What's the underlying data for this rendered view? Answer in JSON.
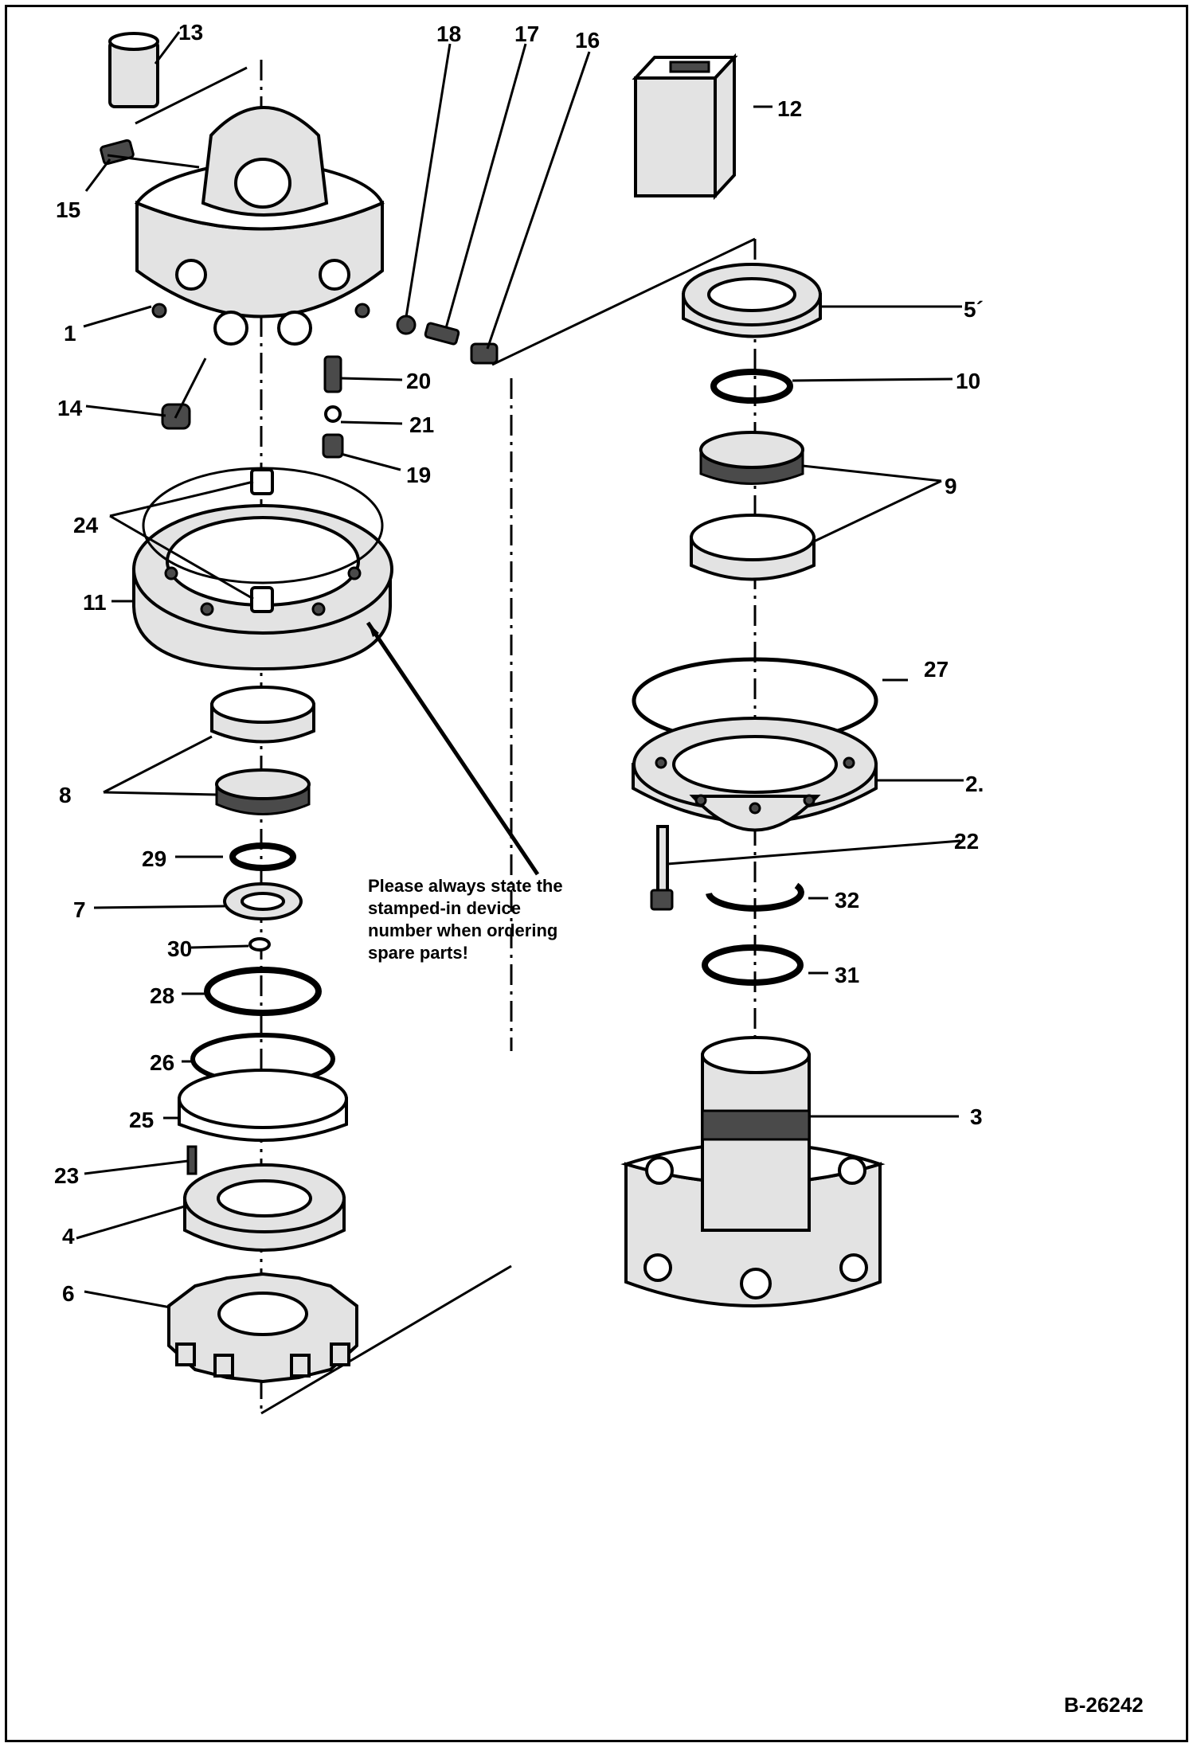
{
  "figure_id": "B-26242",
  "note": {
    "lines": [
      "Please always state the",
      "stamped-in device",
      "number when ordering",
      "spare parts!"
    ]
  },
  "callouts": [
    {
      "id": "c1",
      "text": "1"
    },
    {
      "id": "c2",
      "text": "2."
    },
    {
      "id": "c3",
      "text": "3"
    },
    {
      "id": "c4",
      "text": "4"
    },
    {
      "id": "c5",
      "text": "5´"
    },
    {
      "id": "c6",
      "text": "6"
    },
    {
      "id": "c7",
      "text": "7"
    },
    {
      "id": "c8",
      "text": "8"
    },
    {
      "id": "c9",
      "text": "9"
    },
    {
      "id": "c10",
      "text": "10"
    },
    {
      "id": "c11",
      "text": "11"
    },
    {
      "id": "c12",
      "text": "12"
    },
    {
      "id": "c13",
      "text": "13"
    },
    {
      "id": "c14",
      "text": "14"
    },
    {
      "id": "c15",
      "text": "15"
    },
    {
      "id": "c16",
      "text": "16"
    },
    {
      "id": "c17",
      "text": "17"
    },
    {
      "id": "c18",
      "text": "18"
    },
    {
      "id": "c19",
      "text": "19"
    },
    {
      "id": "c20",
      "text": "20"
    },
    {
      "id": "c21",
      "text": "21"
    },
    {
      "id": "c22",
      "text": "22"
    },
    {
      "id": "c23",
      "text": "23"
    },
    {
      "id": "c24",
      "text": "24"
    },
    {
      "id": "c25",
      "text": "25"
    },
    {
      "id": "c26",
      "text": "26"
    },
    {
      "id": "c27",
      "text": "27"
    },
    {
      "id": "c28",
      "text": "28"
    },
    {
      "id": "c29",
      "text": "29"
    },
    {
      "id": "c30",
      "text": "30"
    },
    {
      "id": "c31",
      "text": "31"
    },
    {
      "id": "c32",
      "text": "32"
    }
  ]
}
